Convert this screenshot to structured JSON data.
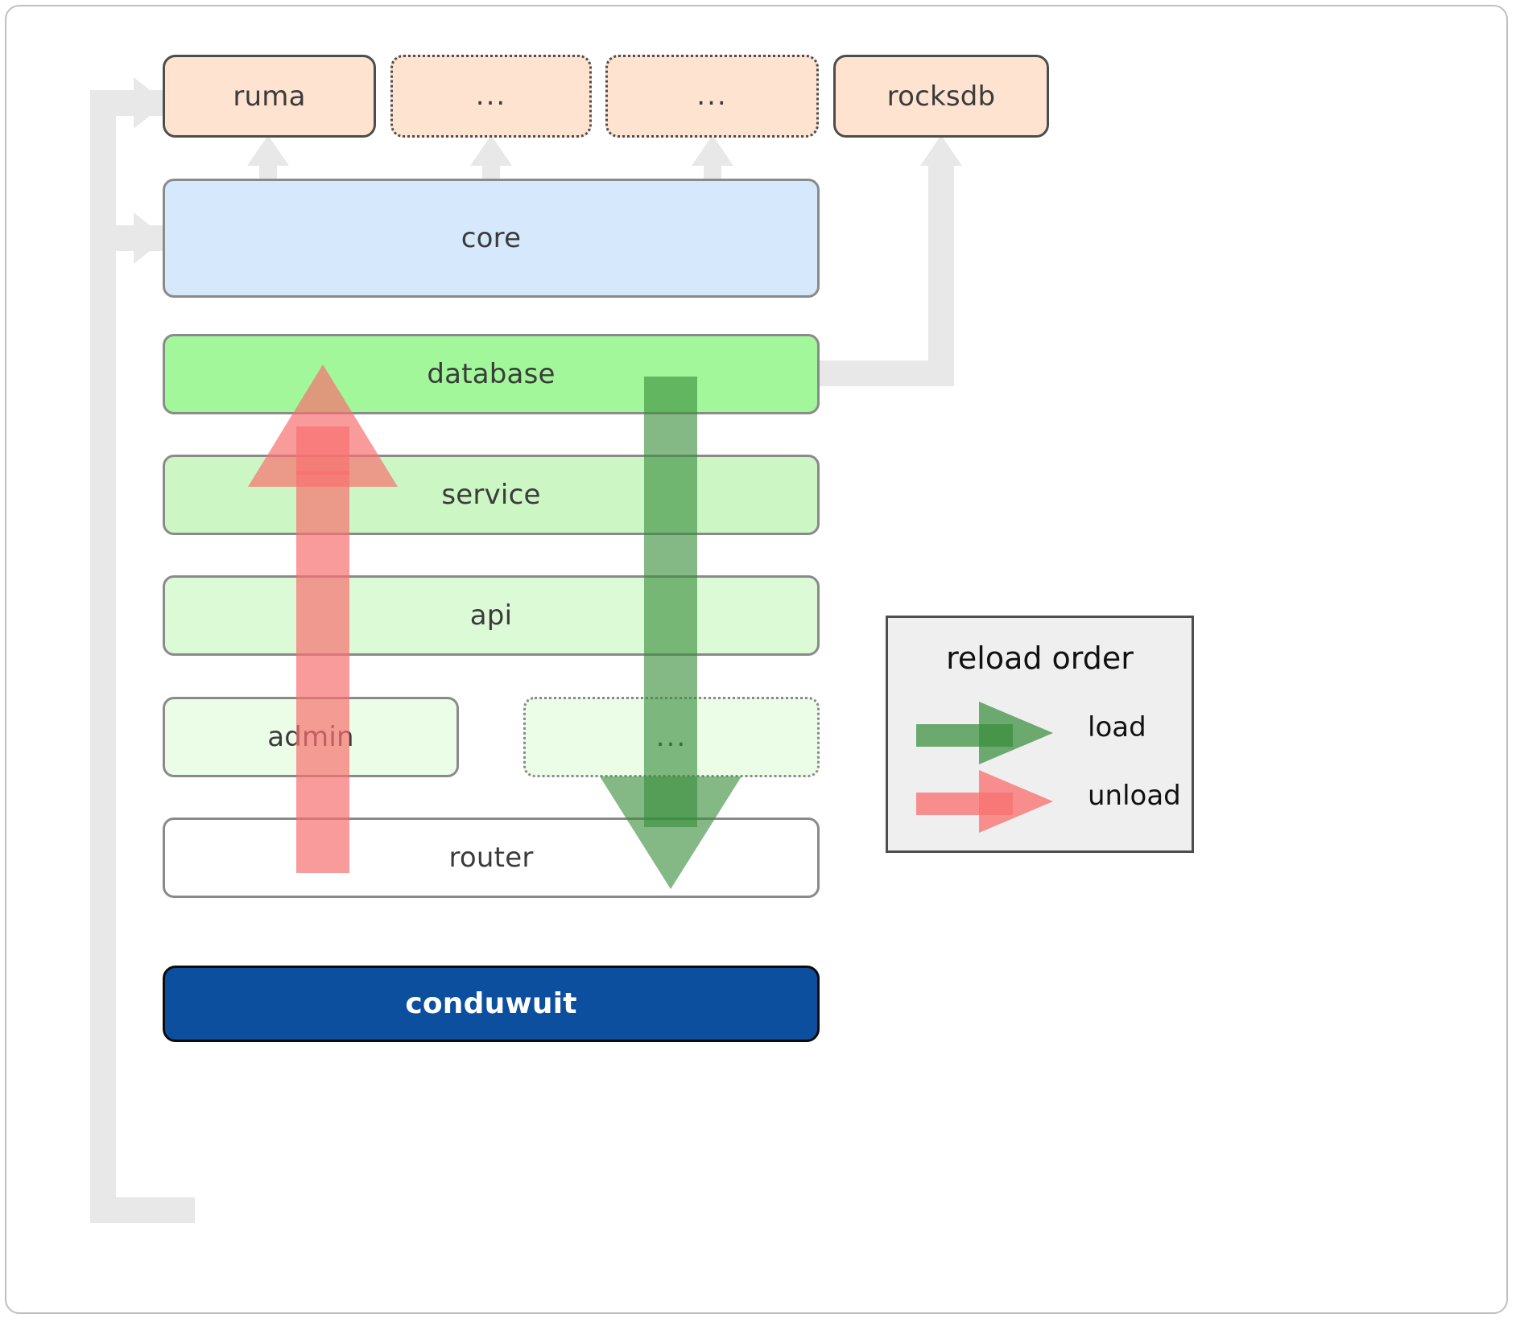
{
  "diagram": {
    "title": "conduwuit crate layering / reload order",
    "dependencies": [
      {
        "label": "ruma",
        "style": "solid"
      },
      {
        "label": "...",
        "style": "dotted"
      },
      {
        "label": "...",
        "style": "dotted"
      },
      {
        "label": "rocksdb",
        "style": "solid"
      }
    ],
    "layers": [
      {
        "label": "core",
        "style": "solid"
      },
      {
        "label": "database",
        "style": "solid"
      },
      {
        "label": "service",
        "style": "solid"
      },
      {
        "label": "api",
        "style": "solid"
      },
      {
        "label": "admin",
        "style": "solid"
      },
      {
        "label": "...",
        "style": "dotted"
      },
      {
        "label": "router",
        "style": "solid"
      }
    ],
    "binary": {
      "label": "conduwuit"
    },
    "legend": {
      "title": "reload order",
      "entries": [
        {
          "label": "load",
          "color": "#388e3c"
        },
        {
          "label": "unload",
          "color": "#f87171"
        }
      ]
    },
    "colors": {
      "dependency_fill": "#fde3d0",
      "core_fill": "#d6e8fb",
      "database_fill": "#a2f79a",
      "service_fill": "#ccf7c4",
      "api_fill": "#ddfad6",
      "admin_fill": "#ebfde7",
      "router_fill": "#ffffff",
      "binary_fill": "#0c4f9e",
      "connector": "#e8e8e8",
      "load_arrow": "#388e3c",
      "unload_arrow": "#f87171",
      "legend_bg": "#efefef"
    }
  }
}
